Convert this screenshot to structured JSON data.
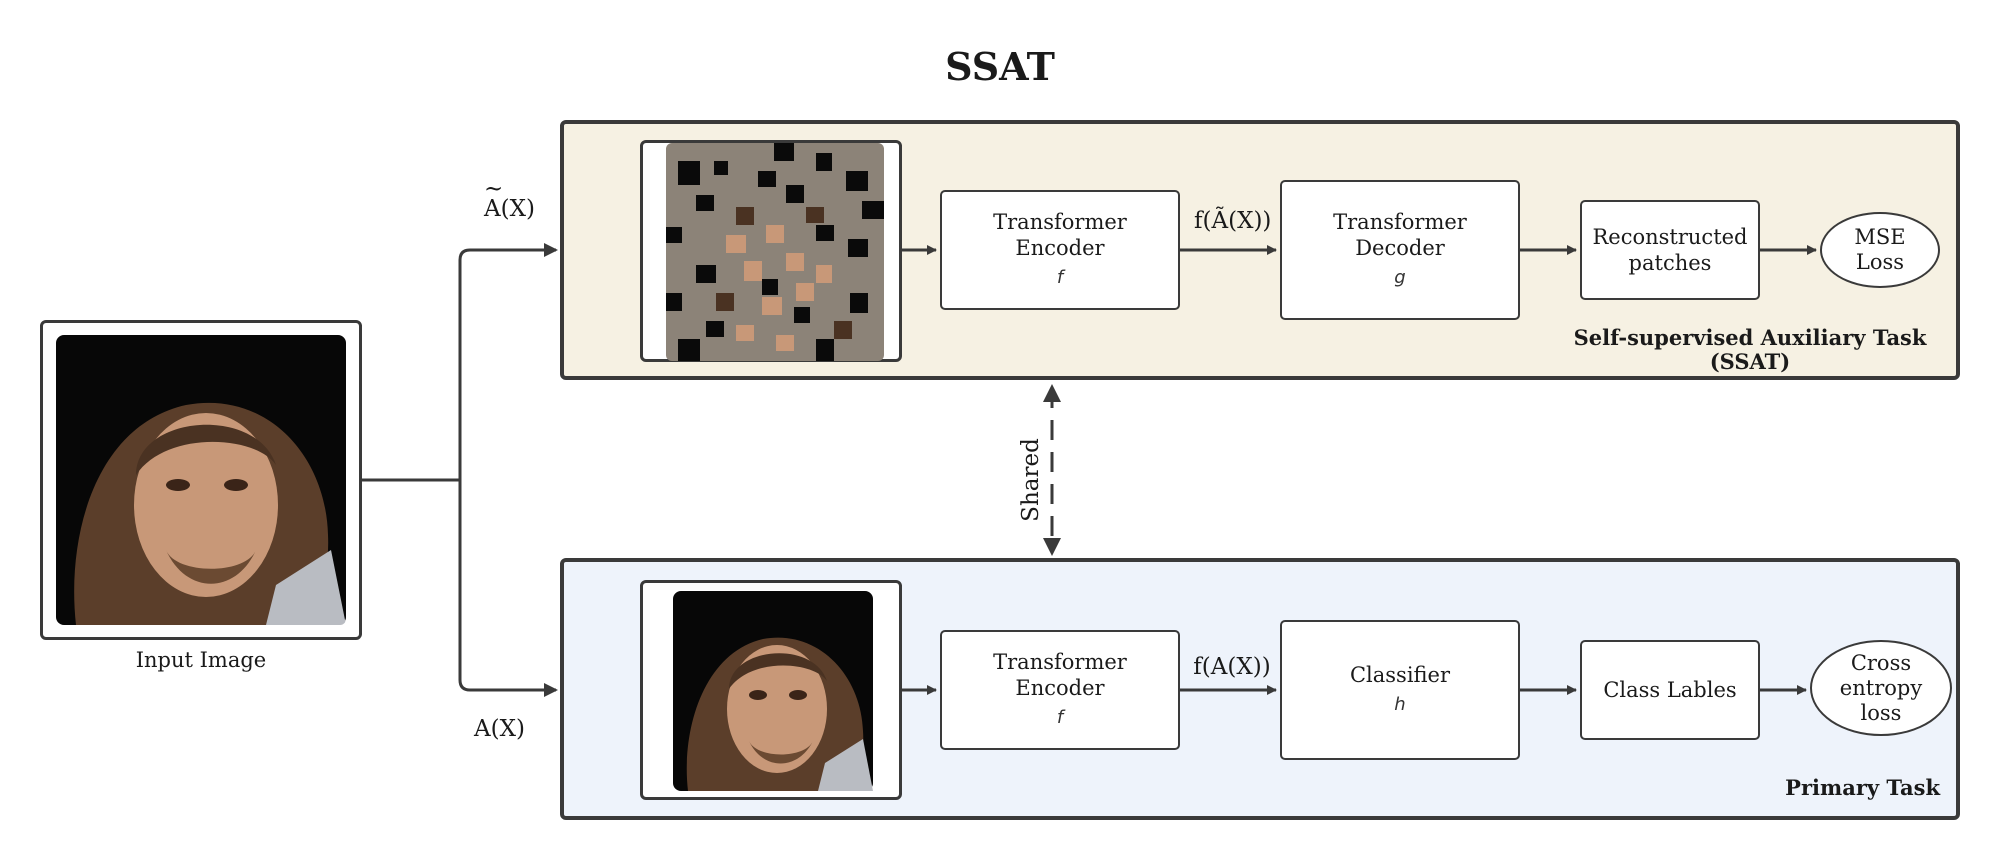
{
  "title": "SSAT",
  "input_image_label": "Input Image",
  "branch_labels": {
    "masked": "A(X)",
    "masked_tilde": "~",
    "clean": "A(X)"
  },
  "ssat_task": {
    "encoder_label": "Transformer\nEncoder",
    "encoder_symbol": "f",
    "encoder_output": "f(Ã(X))",
    "decoder_label": "Transformer\nDecoder",
    "decoder_symbol": "g",
    "output_label": "Reconstructed\npatches",
    "loss_label": "MSE\nLoss",
    "task_title": "Self-supervised Auxiliary Task\n(SSAT)"
  },
  "primary_task": {
    "encoder_label": "Transformer\nEncoder",
    "encoder_symbol": "f",
    "encoder_output": "f(A(X))",
    "classifier_label": "Classifier",
    "classifier_symbol": "h",
    "output_label": "Class Lables",
    "loss_label": "Cross\nentropy\nloss",
    "task_title": "Primary Task"
  },
  "shared_label": "Shared",
  "colors": {
    "ssat_panel": "#f6f1e3",
    "primary_panel": "#eef3fb",
    "stroke": "#3a3a3a",
    "mask_gray": "#8c8378"
  }
}
